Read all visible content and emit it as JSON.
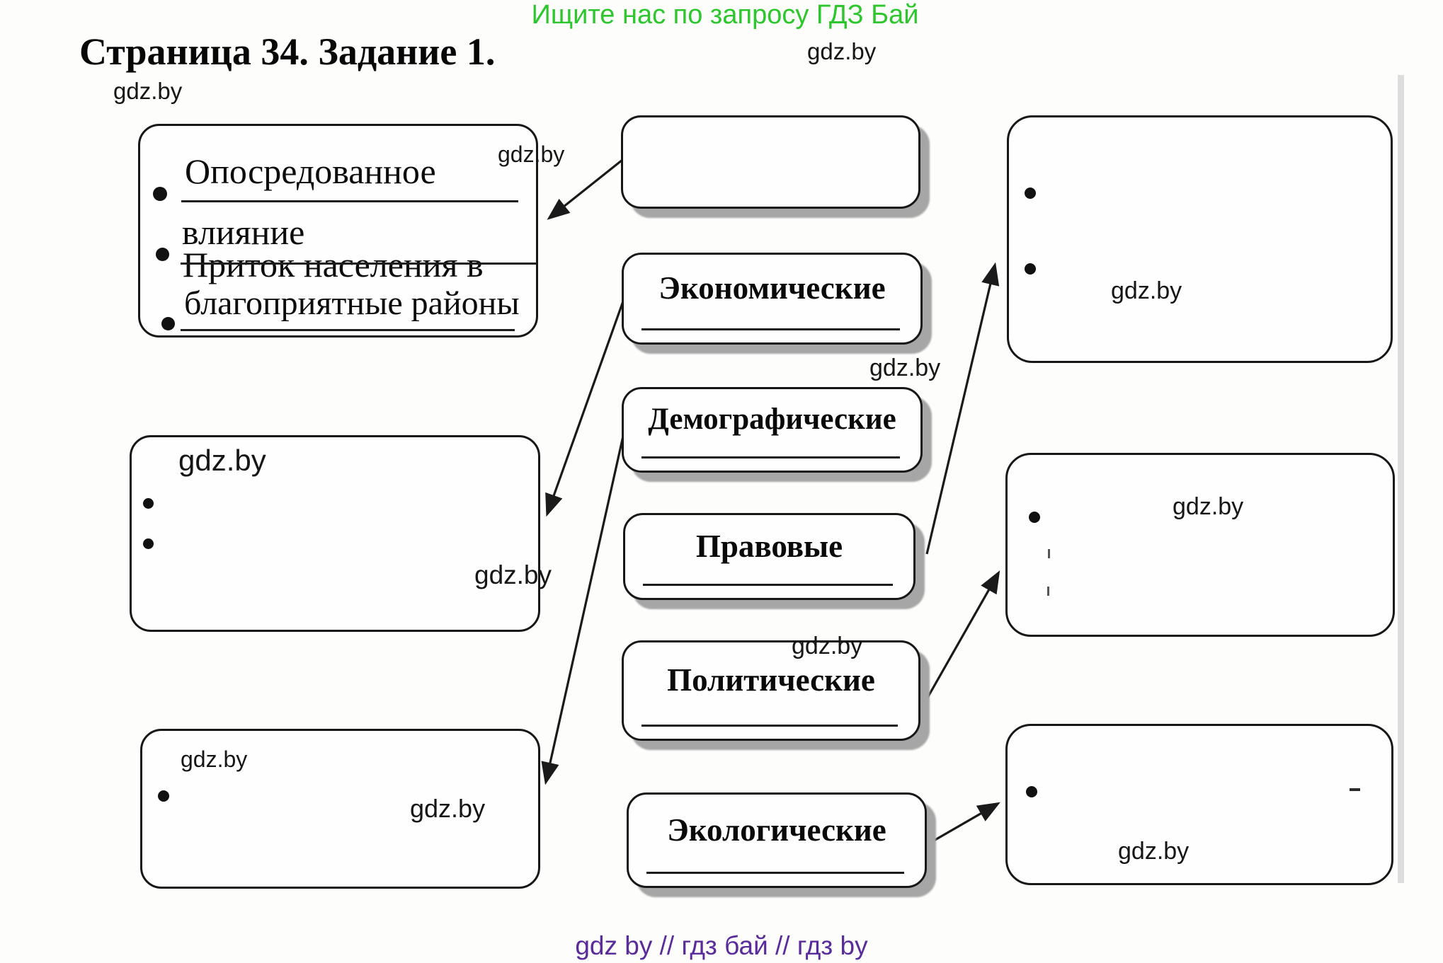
{
  "page": {
    "promo": "Ищите нас по запросу ГДЗ Бай",
    "title": "Страница 34. Задание 1.",
    "watermark": "gdz.by",
    "footer": "gdz by  //  гдз бай  //  гдз by"
  },
  "left_column": {
    "influence_box": {
      "item1_line1": "Опосредованное",
      "item1_line2": "влияние",
      "item2_struck": "Приток населения в",
      "item3": "благоприятные районы"
    },
    "middle_box_bullets": 2,
    "bottom_box_bullets": 1
  },
  "factors": [
    {
      "label": ""
    },
    {
      "label": "Экономические"
    },
    {
      "label": "Демографические"
    },
    {
      "label": "Правовые"
    },
    {
      "label": "Политические"
    },
    {
      "label": "Экологические"
    }
  ],
  "right_column": {
    "top_box_bullets": 2,
    "middle_box_bullets": 1,
    "bottom_box_bullets": 1
  },
  "connections": [
    {
      "from": "empty-top-factor-box",
      "to": "influence-box-left"
    },
    {
      "from": "Экономические",
      "to": "middle-left-box"
    },
    {
      "from": "Демографические",
      "to": "bottom-left-box"
    },
    {
      "from": "Правовые",
      "to": "top-right-box"
    },
    {
      "from": "Политические",
      "to": "middle-right-box"
    },
    {
      "from": "Экологические",
      "to": "bottom-right-box"
    }
  ]
}
